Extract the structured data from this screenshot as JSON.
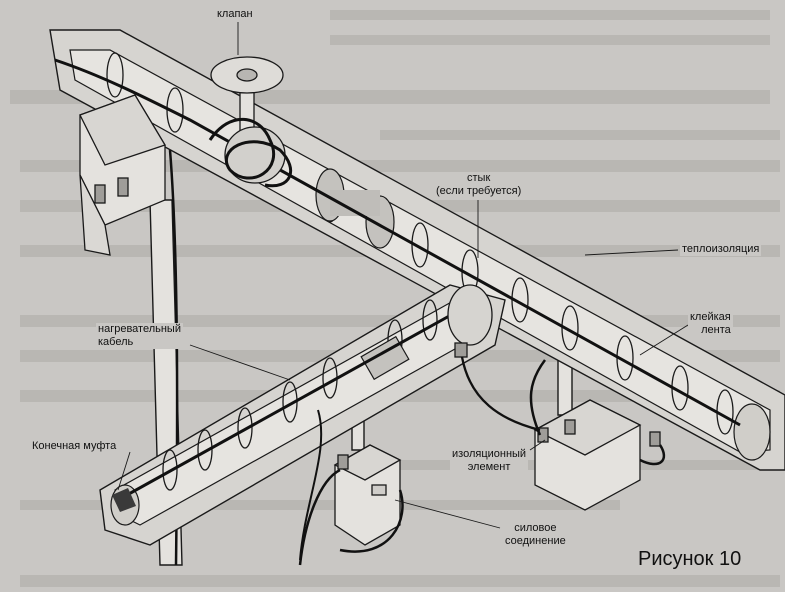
{
  "labels": {
    "valve": "клапан",
    "joint": "стык\n(если требуется)",
    "insulation": "теплоизоляция",
    "heating_cable": "нагревательный\nкабель",
    "adhesive_tape": "клейкая\nлента",
    "end_seal": "Конечная муфта",
    "isolation_element": "изоляционный\nэлемент",
    "power_connection": "силовое\nсоединение"
  },
  "figure_caption": "Рисунок 10",
  "colors": {
    "background": "#c9c7c4",
    "pipe_fill": "#e4e2de",
    "insulation_fill": "#d6d4d0",
    "line": "#1a1a1a",
    "cable": "#111111"
  }
}
